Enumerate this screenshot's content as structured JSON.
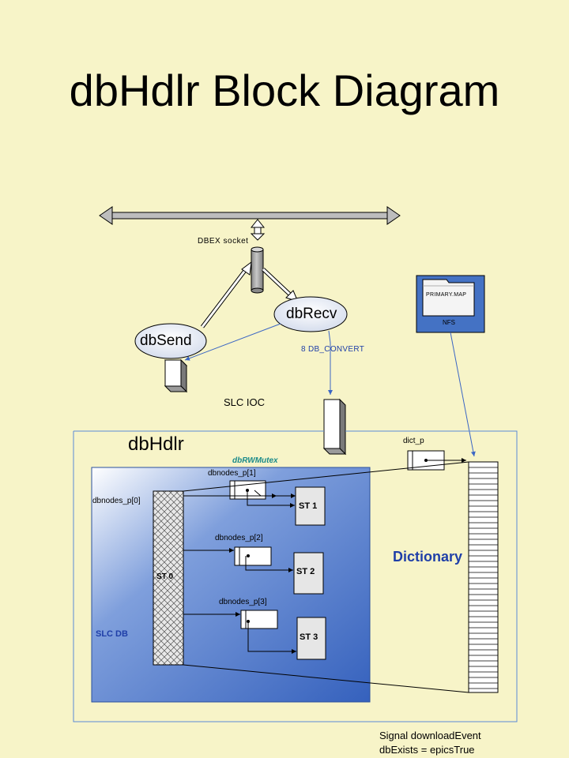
{
  "title": "dbHdlr Block Diagram",
  "labels": {
    "socket": "DBEX socket",
    "dbsend": "dbSend",
    "dbrecv": "dbRecv",
    "db_convert": "8  DB_CONVERT",
    "slc_ioc": "SLC IOC",
    "primary_map": "PRIMARY.MAP",
    "nfs": "NFS",
    "dbhdlr": "dbHdlr",
    "dict_p": "dict_p",
    "dbrwmutex": "dbRWMutex",
    "dbnodes_p0": "dbnodes_p[0]",
    "dbnodes_p1": "dbnodes_p[1]",
    "dbnodes_p2": "dbnodes_p[2]",
    "dbnodes_p3": "dbnodes_p[3]",
    "st0": "ST 0",
    "st1": "ST 1",
    "st2": "ST 2",
    "st3": "ST 3",
    "slc_db": "SLC DB",
    "dictionary": "Dictionary",
    "signal_line1": "Signal downloadEvent",
    "signal_line2": "dbExists = epicsTrue"
  },
  "colors": {
    "background": "#f7f4c8",
    "panel_blue": "#3f6fc4",
    "nfs_blue": "#4472c4",
    "label_blue": "#1f3fa8",
    "mutex_teal": "#1a8a8a"
  }
}
